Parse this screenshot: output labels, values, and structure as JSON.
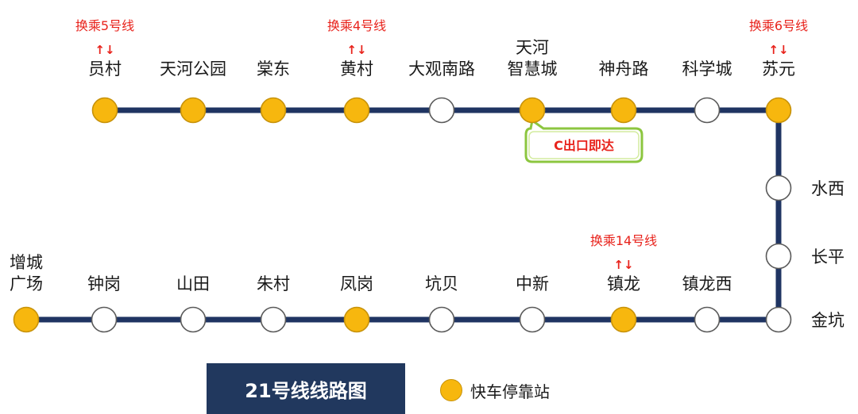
{
  "title": "21号线线路图",
  "legend": {
    "express_stop_label": "快车停靠站"
  },
  "colors": {
    "line": "#1f3462",
    "express": "#f7b70e",
    "regular": "#ffffff",
    "transfer_text": "#e8231c",
    "badge_border": "#8cc63f"
  },
  "exit_badge": {
    "station": "天河智慧城",
    "text": "C出口即达"
  },
  "stations": {
    "top_row": [
      {
        "name": "员村",
        "express": true,
        "transfer": "换乘5号线"
      },
      {
        "name": "天河公园",
        "express": true
      },
      {
        "name": "棠东",
        "express": true
      },
      {
        "name": "黄村",
        "express": true,
        "transfer": "换乘4号线"
      },
      {
        "name": "大观南路",
        "express": false
      },
      {
        "name": "天河智慧城",
        "lines": [
          "天河",
          "智慧城"
        ],
        "express": true
      },
      {
        "name": "神舟路",
        "express": true
      },
      {
        "name": "科学城",
        "express": false
      },
      {
        "name": "苏元",
        "express": true,
        "transfer": "换乘6号线"
      }
    ],
    "right_column": [
      {
        "name": "水西",
        "express": false
      },
      {
        "name": "长平",
        "express": false
      },
      {
        "name": "金坑",
        "express": false
      }
    ],
    "bottom_row": [
      {
        "name": "增城广场",
        "lines": [
          "增城",
          "广场"
        ],
        "express": true
      },
      {
        "name": "钟岗",
        "express": false
      },
      {
        "name": "山田",
        "express": false
      },
      {
        "name": "朱村",
        "express": false
      },
      {
        "name": "凤岗",
        "express": true
      },
      {
        "name": "坑贝",
        "express": false
      },
      {
        "name": "中新",
        "express": false
      },
      {
        "name": "镇龙",
        "express": true,
        "transfer": "换乘14号线"
      },
      {
        "name": "镇龙西",
        "express": false
      }
    ]
  },
  "transfer_arrow": "↑↓"
}
